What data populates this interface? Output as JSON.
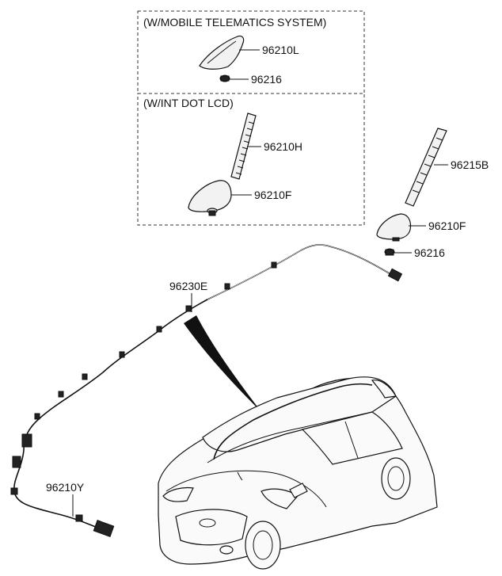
{
  "boxes": {
    "telematics_header": "(W/MOBILE TELEMATICS SYSTEM)",
    "lcd_header": "(W/INT DOT LCD)"
  },
  "labels": {
    "p96210L": "96210L",
    "p96216_top": "96216",
    "p96210H": "96210H",
    "p96210F_box": "96210F",
    "p96215B": "96215B",
    "p96210F_right": "96210F",
    "p96216_right": "96216",
    "p96230E": "96230E",
    "p96210Y": "96210Y"
  }
}
